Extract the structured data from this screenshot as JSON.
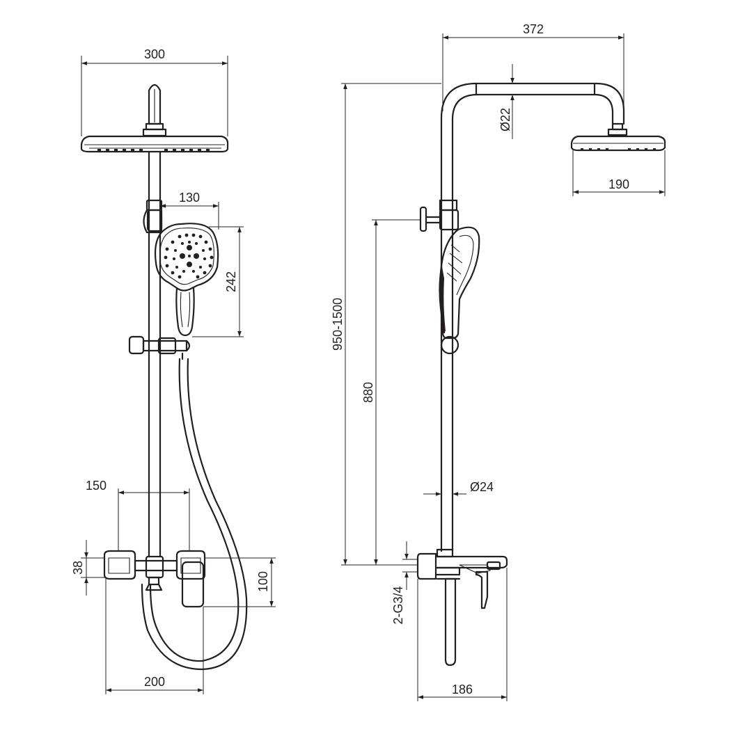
{
  "dimensions": {
    "head_width_front": "300",
    "hand_shower_width": "130",
    "hand_shower_height": "242",
    "mixer_spacing": "150",
    "mixer_height": "38",
    "mixer_lever_height": "100",
    "hose_width": "200",
    "arm_reach": "372",
    "arm_diameter": "Ø22",
    "head_width_side": "190",
    "total_height": "950-1500",
    "holder_height": "880",
    "pipe_diameter": "Ø24",
    "inlet_thread": "2-G3/4",
    "mixer_depth": "186"
  },
  "colors": {
    "line": "#231f20",
    "background": "#ffffff"
  }
}
